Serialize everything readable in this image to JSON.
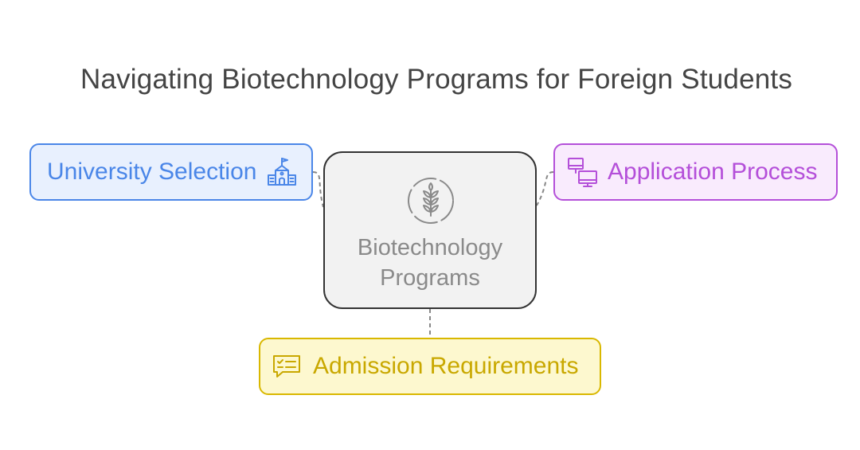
{
  "title": "Navigating Biotechnology Programs for Foreign Students",
  "center": {
    "label_line1": "Biotechnology",
    "label_line2": "Programs",
    "icon": "wheat-icon"
  },
  "nodes": [
    {
      "id": "university",
      "label": "University Selection",
      "icon": "school-building-icon",
      "color": "#4a86e8",
      "fill": "#e8f0fe"
    },
    {
      "id": "application",
      "label": "Application Process",
      "icon": "computer-monitors-icon",
      "color": "#b44fd9",
      "fill": "#f9ebfd"
    },
    {
      "id": "admission",
      "label": "Admission Requirements",
      "icon": "checklist-icon",
      "color": "#d9b800",
      "fill": "#fdf8cf"
    }
  ],
  "colors": {
    "title": "#444444",
    "center_border": "#333333",
    "center_fill": "#f2f2f2",
    "center_text": "#8a8a8a",
    "connector": "#888888"
  }
}
